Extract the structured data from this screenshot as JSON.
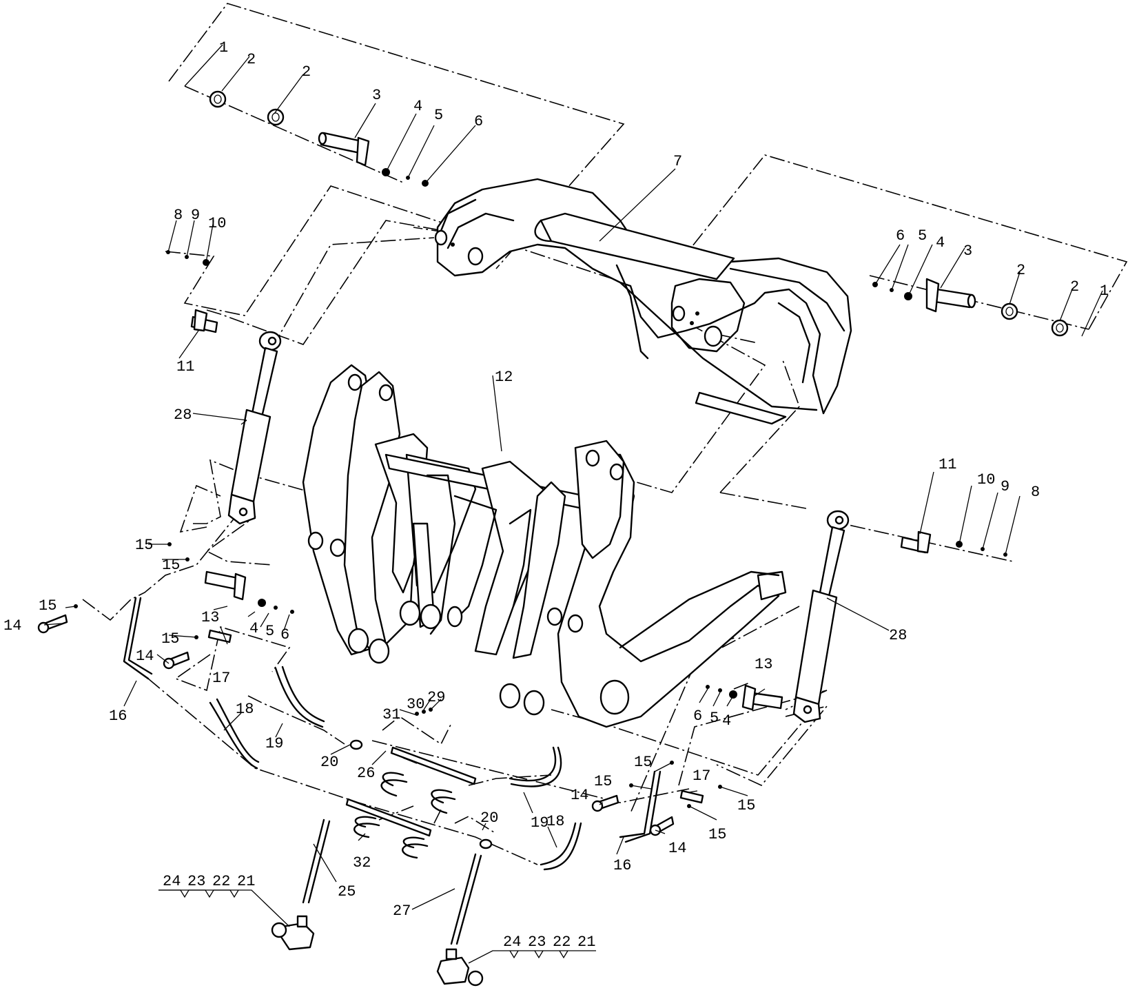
{
  "callouts": [
    {
      "id": "c1",
      "text": "1"
    },
    {
      "id": "c2a",
      "text": "2"
    },
    {
      "id": "c2b",
      "text": "2"
    },
    {
      "id": "c3",
      "text": "3"
    },
    {
      "id": "c4",
      "text": "4"
    },
    {
      "id": "c5",
      "text": "5"
    },
    {
      "id": "c6",
      "text": "6"
    },
    {
      "id": "c7",
      "text": "7"
    },
    {
      "id": "c8",
      "text": "8"
    },
    {
      "id": "c9",
      "text": "9"
    },
    {
      "id": "c10",
      "text": "10"
    },
    {
      "id": "c11",
      "text": "11"
    },
    {
      "id": "c12",
      "text": "12"
    },
    {
      "id": "c28",
      "text": "28"
    },
    {
      "id": "c6r",
      "text": "6"
    },
    {
      "id": "c5r",
      "text": "5"
    },
    {
      "id": "c4r",
      "text": "4"
    },
    {
      "id": "c3r",
      "text": "3"
    },
    {
      "id": "c2r",
      "text": "2"
    },
    {
      "id": "c2r2",
      "text": "2"
    },
    {
      "id": "c1r",
      "text": "1"
    },
    {
      "id": "c11r",
      "text": "11"
    },
    {
      "id": "c10r",
      "text": "10"
    },
    {
      "id": "c9r",
      "text": "9"
    },
    {
      "id": "c8r",
      "text": "8"
    },
    {
      "id": "c28r",
      "text": "28"
    },
    {
      "id": "c15a",
      "text": "15"
    },
    {
      "id": "c15b",
      "text": "15"
    },
    {
      "id": "c15c",
      "text": "15"
    },
    {
      "id": "c14a",
      "text": "14"
    },
    {
      "id": "c13",
      "text": "13"
    },
    {
      "id": "c4b",
      "text": "4"
    },
    {
      "id": "c5b",
      "text": "5"
    },
    {
      "id": "c6b",
      "text": "6"
    },
    {
      "id": "c15d",
      "text": "15"
    },
    {
      "id": "c14b",
      "text": "14"
    },
    {
      "id": "c17",
      "text": "17"
    },
    {
      "id": "c16",
      "text": "16"
    },
    {
      "id": "c18",
      "text": "18"
    },
    {
      "id": "c19",
      "text": "19"
    },
    {
      "id": "c20",
      "text": "20"
    },
    {
      "id": "c31",
      "text": "31"
    },
    {
      "id": "c30",
      "text": "30"
    },
    {
      "id": "c29",
      "text": "29"
    },
    {
      "id": "c26",
      "text": "26"
    },
    {
      "id": "c13r",
      "text": "13"
    },
    {
      "id": "c6r2",
      "text": "6"
    },
    {
      "id": "c5r2",
      "text": "5"
    },
    {
      "id": "c4r2",
      "text": "4"
    },
    {
      "id": "c15e",
      "text": "15"
    },
    {
      "id": "c15f",
      "text": "15"
    },
    {
      "id": "c14c",
      "text": "14"
    },
    {
      "id": "c17r",
      "text": "17"
    },
    {
      "id": "c15g",
      "text": "15"
    },
    {
      "id": "c15h",
      "text": "15"
    },
    {
      "id": "c14d",
      "text": "14"
    },
    {
      "id": "c16r",
      "text": "16"
    },
    {
      "id": "c18r",
      "text": "18"
    },
    {
      "id": "c19r",
      "text": "19"
    },
    {
      "id": "c20r",
      "text": "20"
    },
    {
      "id": "c32",
      "text": "32"
    },
    {
      "id": "c25",
      "text": "25"
    },
    {
      "id": "c27",
      "text": "27"
    },
    {
      "id": "c24a",
      "text": "24"
    },
    {
      "id": "c23a",
      "text": "23"
    },
    {
      "id": "c22a",
      "text": "22"
    },
    {
      "id": "c21a",
      "text": "21"
    },
    {
      "id": "c24b",
      "text": "24"
    },
    {
      "id": "c23b",
      "text": "23"
    },
    {
      "id": "c22b",
      "text": "22"
    },
    {
      "id": "c21b",
      "text": "21"
    }
  ]
}
